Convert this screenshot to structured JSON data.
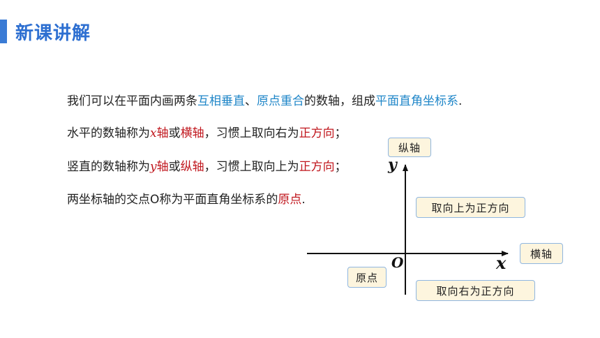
{
  "header": {
    "title": "新课讲解"
  },
  "lines": {
    "l1": {
      "a": "我们可以在平面内画两条",
      "b": "互相垂直",
      "c": "、",
      "d": "原点重合",
      "e": "的数轴，组成",
      "f": "平面直角坐标系",
      "g": "."
    },
    "l2": {
      "a": "水平的数轴称为",
      "b": "x",
      "c": "轴",
      "d": "或",
      "e": "横轴",
      "f": "，习惯上取向右为",
      "g": "正方向",
      "h": "；"
    },
    "l3": {
      "a": "竖直的数轴称为",
      "b": "y",
      "c": "轴",
      "d": "或",
      "e": "纵轴",
      "f": "，习惯上取向上为",
      "g": "正方向",
      "h": "；"
    },
    "l4": {
      "a": "两坐标轴的交点O称为平面直角坐标系的",
      "b": "原点",
      "c": "."
    }
  },
  "diagram": {
    "x_label": "x",
    "y_label": "y",
    "origin_label": "O",
    "boxes": {
      "vertical": "纵轴",
      "horizontal": "横轴",
      "up": "取向上为正方向",
      "right": "取向右为正方向",
      "origin": "原点"
    }
  },
  "colors": {
    "accent": "#2d6fd1",
    "blue_text": "#1f86c8",
    "red_text": "#c0161d",
    "box_fill": "#fdf5de",
    "box_border": "#8fb6e0"
  }
}
